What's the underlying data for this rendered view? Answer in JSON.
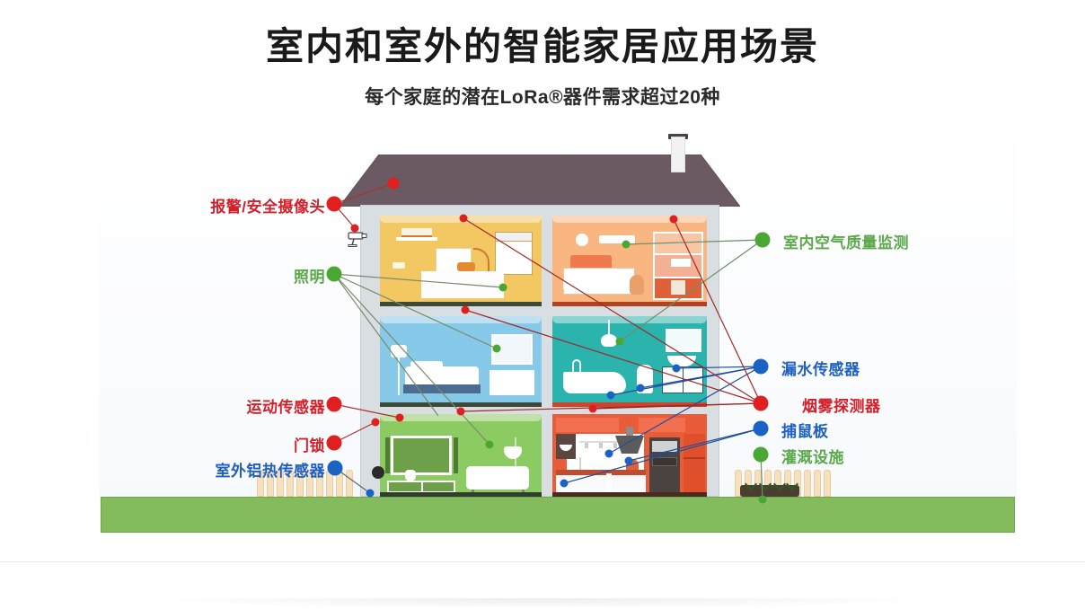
{
  "header": {
    "title": "室内和室外的智能家居应用场景",
    "subtitle": "每个家庭的潜在LoRa®器件需求超过20种"
  },
  "colors": {
    "red": "#d3202a",
    "green": "#5aa84a",
    "blue": "#1f5fbf",
    "roof": "#6b5a63",
    "house_wall": "#d9dee2",
    "grass": "#83bb5d"
  },
  "labels_left": [
    {
      "id": "alarm-security-camera",
      "text": "报警/安全摄像头",
      "color": "red"
    },
    {
      "id": "lighting",
      "text": "照明",
      "color": "green"
    },
    {
      "id": "motion-sensor",
      "text": "运动传感器",
      "color": "red"
    },
    {
      "id": "door-lock",
      "text": "门锁",
      "color": "red"
    },
    {
      "id": "outdoor-thermal-sensor",
      "text": "室外铝热传感器",
      "color": "blue"
    }
  ],
  "labels_right": [
    {
      "id": "indoor-air-quality",
      "text": "室内空气质量监测",
      "color": "green"
    },
    {
      "id": "water-leak-sensor",
      "text": "漏水传感器",
      "color": "blue"
    },
    {
      "id": "smoke-detector",
      "text": "烟雾探测器",
      "color": "red"
    },
    {
      "id": "rodent-trap",
      "text": "捕鼠板",
      "color": "blue"
    },
    {
      "id": "irrigation-system",
      "text": "灌溉设施",
      "color": "green"
    }
  ],
  "rooms": [
    {
      "id": "study",
      "name": "study-room",
      "color": "#f3c762"
    },
    {
      "id": "bedroom",
      "name": "kids-bedroom",
      "color": "#f9b681"
    },
    {
      "id": "master",
      "name": "master-bedroom",
      "color": "#87c9e8"
    },
    {
      "id": "bath",
      "name": "bathroom",
      "color": "#2bb3ae"
    },
    {
      "id": "living",
      "name": "living-room",
      "color": "#8ccb62"
    },
    {
      "id": "kitchen",
      "name": "kitchen",
      "color": "#e85c3a"
    }
  ]
}
